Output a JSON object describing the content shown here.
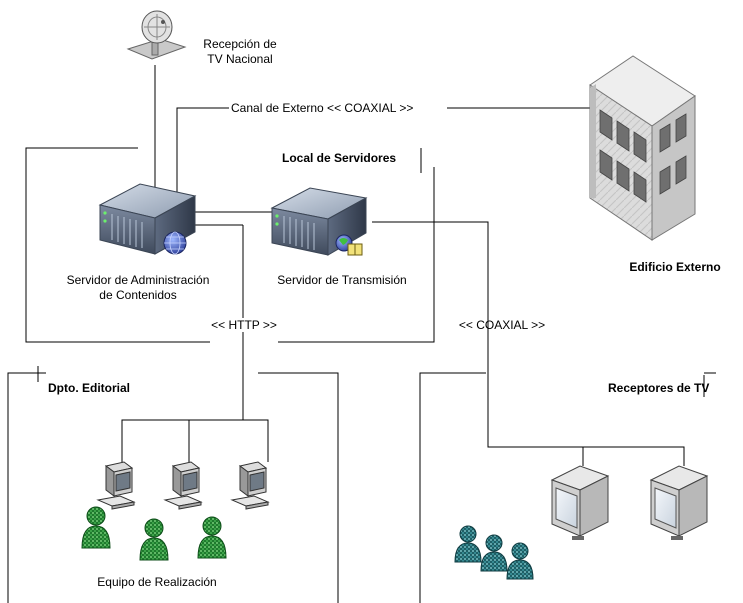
{
  "labels": {
    "tv_reception_line1": "Recepción de",
    "tv_reception_line2": "TV Nacional",
    "external_channel": "Canal de Externo << COAXIAL >>",
    "server_room": "Local de Servidores",
    "admin_server_line1": "Servidor de Administración",
    "admin_server_line2": "de Contenidos",
    "transmission_server": "Servidor de Transmisión",
    "external_building": "Edificio Externo",
    "http_link": "<< HTTP >>",
    "coaxial_link": "<< COAXIAL >>",
    "editorial_dept": "Dpto. Editorial",
    "tv_receivers": "Receptores de TV",
    "production_team": "Equipo de Realización"
  }
}
